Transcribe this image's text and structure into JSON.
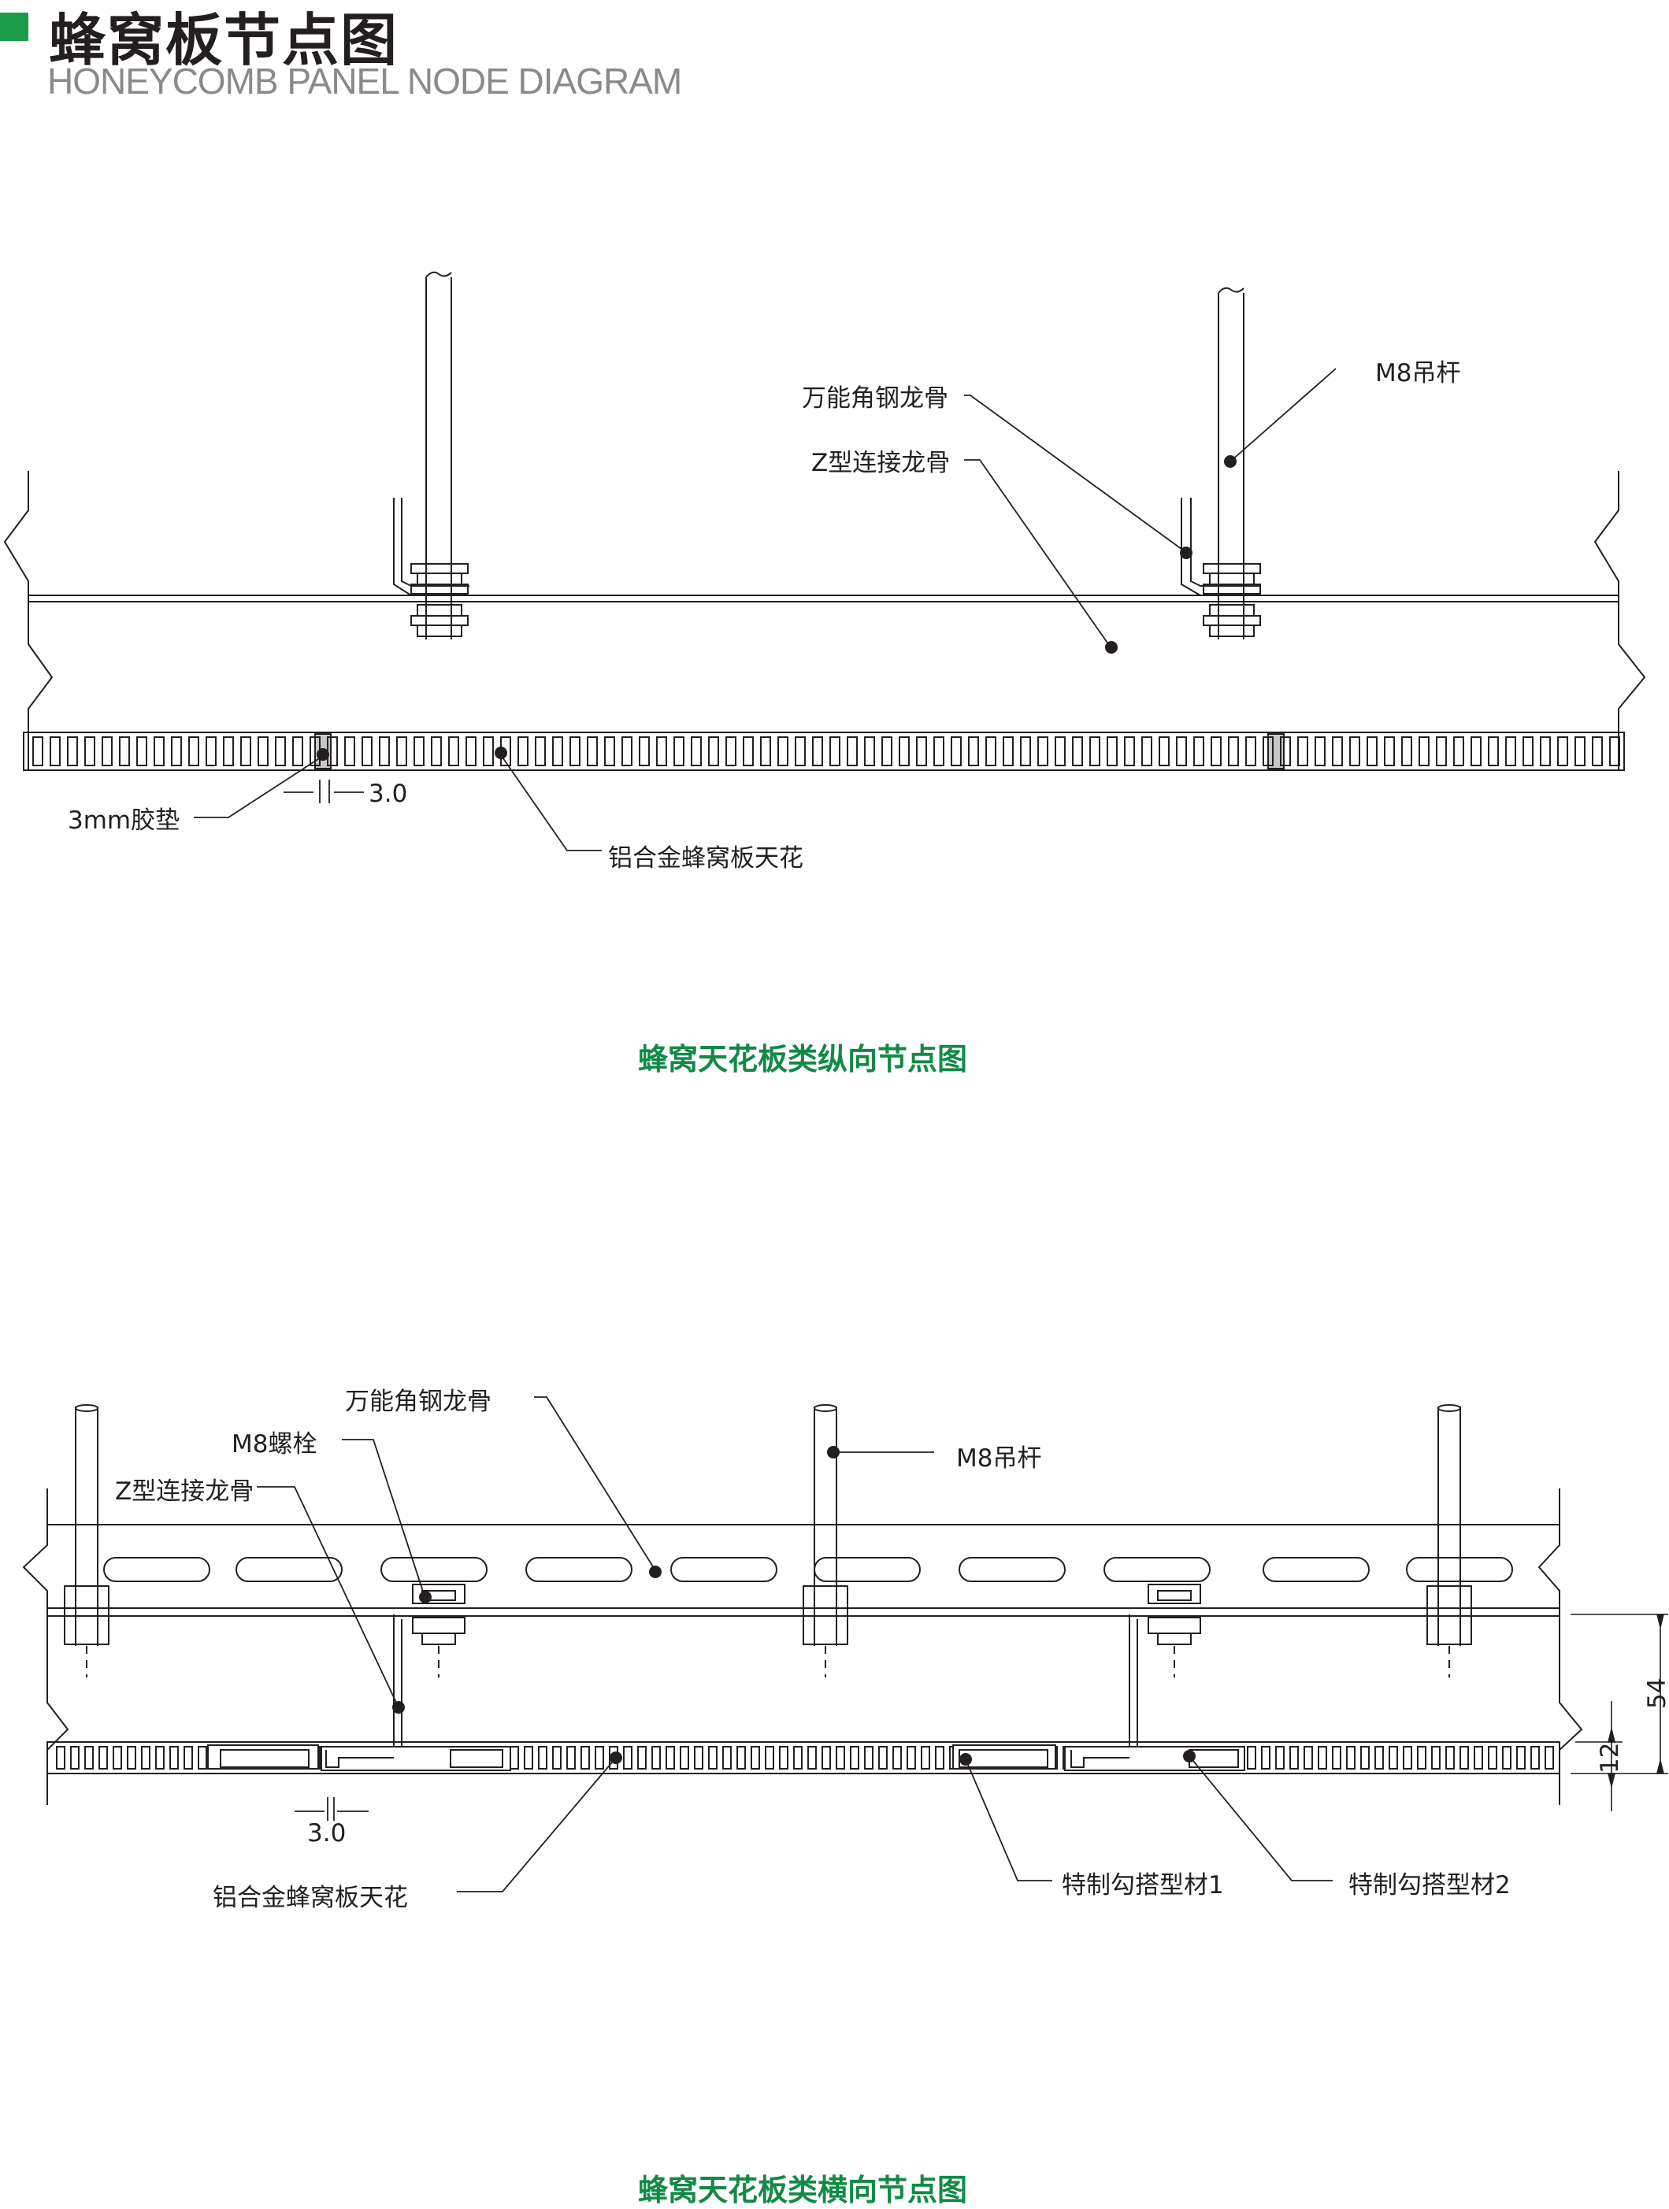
{
  "header": {
    "title_zh": "蜂窝板节点图",
    "title_en": "HONEYCOMB PANEL NODE DIAGRAM",
    "accent_color": "#1a9c48"
  },
  "diagram_top": {
    "caption": "蜂窝天花板类纵向节点图",
    "labels": {
      "angle_steel_keel": "万能角钢龙骨",
      "z_keel": "Z型连接龙骨",
      "m8_rod": "M8吊杆",
      "rubber_pad": "3mm胶垫",
      "gap": "3.0",
      "panel": "铝合金蜂窝板天花"
    }
  },
  "diagram_bottom": {
    "caption": "蜂窝天花板类横向节点图",
    "labels": {
      "angle_steel_keel": "万能角钢龙骨",
      "m8_bolt": "M8螺栓",
      "z_keel": "Z型连接龙骨",
      "m8_rod": "M8吊杆",
      "gap": "3.0",
      "panel": "铝合金蜂窝板天花",
      "profile_1": "特制勾搭型材1",
      "profile_2": "特制勾搭型材2",
      "dim_total": "54",
      "dim_panel": "12"
    }
  },
  "caption_color": "#128a45"
}
